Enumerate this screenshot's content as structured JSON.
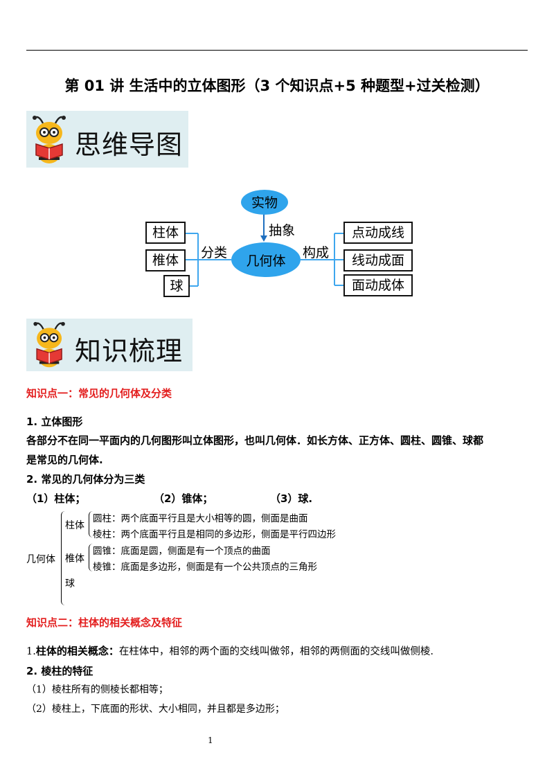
{
  "title": "第 01 讲  生活中的立体图形（3 个知识点+5 种题型+过关检测）",
  "banners": {
    "mindmap": "思维导图",
    "knowledge": "知识梳理"
  },
  "mindmap": {
    "top": "实物",
    "abstract_label": "抽象",
    "center": "几何体",
    "left_label": "分类",
    "right_label": "构成",
    "left_items": [
      "柱体",
      "椎体",
      "球"
    ],
    "right_items": [
      "点动成线",
      "线动成面",
      "面动成体"
    ]
  },
  "section1": {
    "heading": "知识点一：常见的几何体及分类",
    "item1_title": "1.  立体图形",
    "item1_body_line1": "各部分不在同一平面内的几何图形叫立体图形，也叫几何体．如长方体、正方体、圆柱、圆锥、球都",
    "item1_body_line2": "是常见的几何体.",
    "item2_title": "2.  常见的几何体分为三类",
    "categories": [
      "（1）柱体；",
      "（2）锥体；",
      "（3）球."
    ],
    "tree": {
      "root": "几何体",
      "branch1": "柱体",
      "branch1_items": [
        "圆柱：两个底面平行且是大小相等的圆，侧面是曲面",
        "棱柱：两个底面平行且是相同的多边形，侧面是平行四边形"
      ],
      "branch2": "椎体",
      "branch2_items": [
        "圆锥：底面是圆，侧面是有一个顶点的曲面",
        "棱锥：底面是多边形，侧面是有一个公共顶点的三角形"
      ],
      "branch3": "球"
    }
  },
  "section2": {
    "heading": "知识点二：柱体的相关概念及特征",
    "p1_num": "1.",
    "p1_bold": "柱体的相关概念：",
    "p1_text": "在柱体中，相邻的两个面的交线叫做邻，相邻的两侧面的交线叫做侧棱.",
    "p2_title": "2. 棱柱的特征",
    "p2_items": [
      "（1）棱柱所有的侧棱长都相等；",
      "（2）棱柱上，下底面的形状、大小相同，并且都是多边形；"
    ]
  },
  "page_number": "1"
}
